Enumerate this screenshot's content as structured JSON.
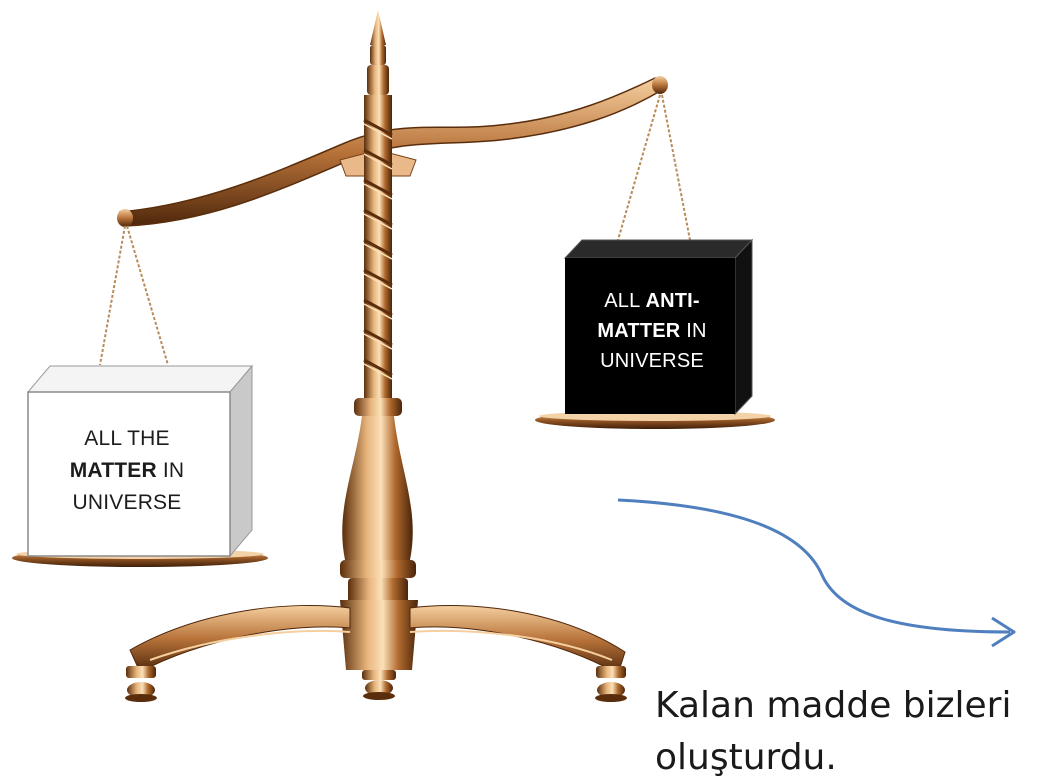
{
  "matter_box": {
    "line1": "ALL THE",
    "line2_bold": "MATTER",
    "line2_rest": " IN",
    "line3": "UNIVERSE"
  },
  "antimatter_box": {
    "line1_normal": "ALL ",
    "line1_bold": "ANTI-",
    "line2_bold": "MATTER",
    "line2_rest": " IN",
    "line3": "UNIVERSE"
  },
  "caption": {
    "line1": "Kalan madde bizleri",
    "line2": "oluşturdu."
  },
  "colors": {
    "brass_dark": "#6b3a12",
    "brass_mid": "#b8733a",
    "brass_light": "#f0c38c",
    "arrow": "#4f7fbf"
  }
}
